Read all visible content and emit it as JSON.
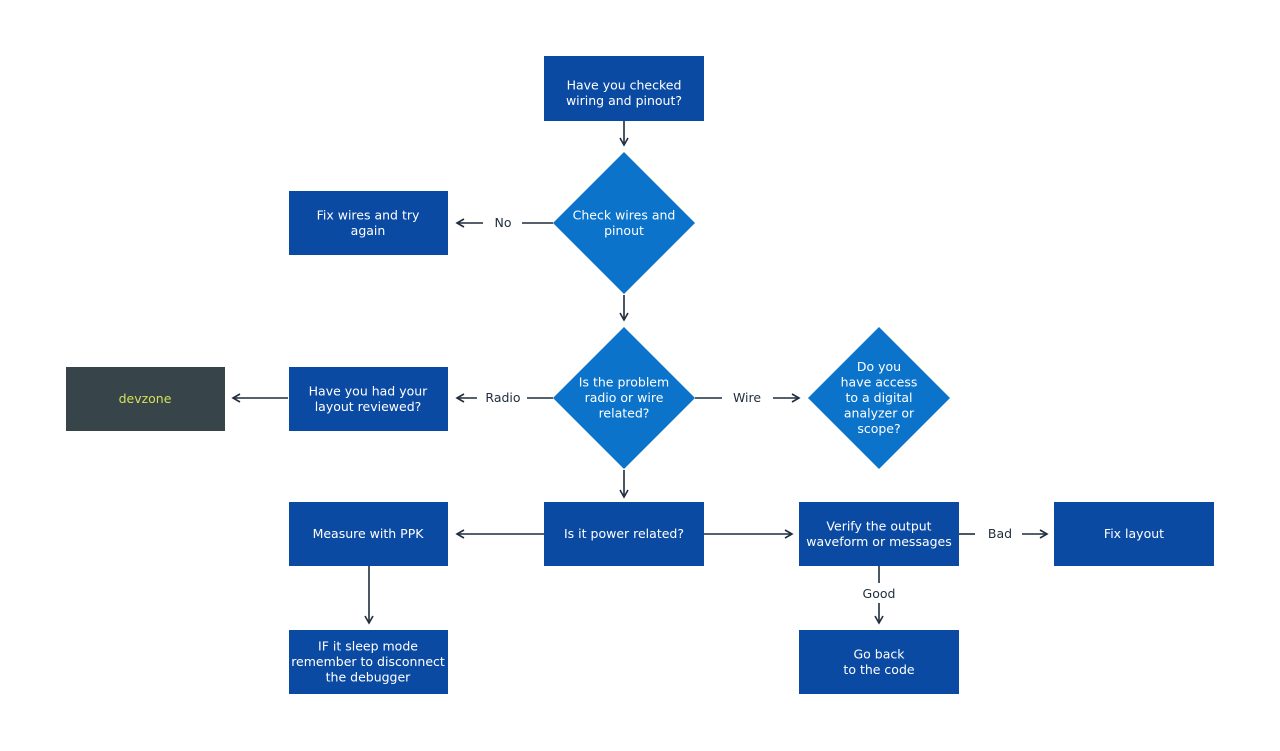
{
  "colors": {
    "box": "#0b4aa2",
    "diamond": "#0b73c9",
    "dark": "#37444a",
    "arrow": "#1f2d3d",
    "tag_text": "#d4e157"
  },
  "nodes": {
    "checked_wiring": {
      "lines": [
        "Have you checked",
        "wiring and pinout?"
      ]
    },
    "check_wires": {
      "lines": [
        "Check wires and",
        "pinout"
      ]
    },
    "fix_wires": {
      "lines": [
        "Fix wires and try",
        "again"
      ]
    },
    "radio_or_wire": {
      "lines": [
        "Is the problem",
        "radio or wire",
        "related?"
      ]
    },
    "layout_reviewed": {
      "lines": [
        "Have you had your",
        "layout reviewed?"
      ]
    },
    "devzone": {
      "lines": [
        "devzone"
      ]
    },
    "access_analyzer": {
      "lines": [
        "Do you",
        "have access",
        "to a digital",
        "analyzer or",
        "scope?"
      ]
    },
    "power_related": {
      "lines": [
        "Is it power related?"
      ]
    },
    "measure_ppk": {
      "lines": [
        "Measure with PPK"
      ]
    },
    "sleep_mode": {
      "lines": [
        "IF it sleep mode",
        "remember to disconnect",
        "the debugger"
      ]
    },
    "verify_output": {
      "lines": [
        "Verify the output",
        "waveform or messages"
      ]
    },
    "fix_layout": {
      "lines": [
        "Fix layout"
      ]
    },
    "go_back": {
      "lines": [
        "Go back",
        "to the code"
      ]
    }
  },
  "edges": {
    "no": "No",
    "radio": "Radio",
    "wire": "Wire",
    "bad": "Bad",
    "good": "Good"
  }
}
